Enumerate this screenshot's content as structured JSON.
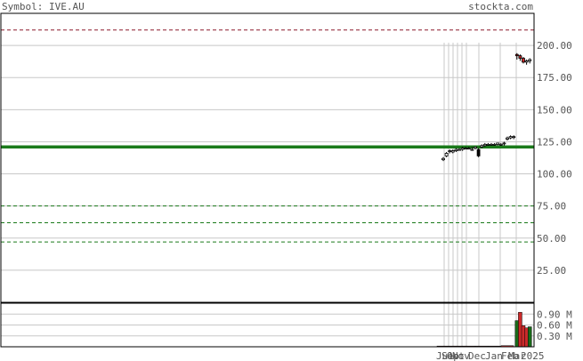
{
  "header": {
    "symbol_label": "Symbol: IVE.AU",
    "brand": "stockta.com"
  },
  "chart_data": {
    "type": "candlestick",
    "symbol": "IVE.AU",
    "price_axis": {
      "ylim": [
        0,
        225
      ],
      "ticks": [
        25,
        50,
        75,
        100,
        125,
        150,
        175,
        200
      ],
      "tick_labels": [
        "25.00",
        "50.00",
        "75.00",
        "100.00",
        "125.00",
        "150.00",
        "175.00",
        "200.00"
      ]
    },
    "volume_axis": {
      "ylim": [
        0,
        1.2
      ],
      "unit": "M",
      "ticks": [
        0.3,
        0.6,
        0.9
      ],
      "tick_labels": [
        "0.30 M",
        "0.60 M",
        "0.90 M"
      ]
    },
    "x_labels": [
      "Jul",
      "Sep",
      "Oct",
      "Nov",
      "Dec",
      "Jan",
      "Feb",
      "Mar",
      "2025"
    ],
    "reference_lines": [
      {
        "kind": "resistance",
        "value": 212,
        "color": "#8b1a2b",
        "style": "dashed"
      },
      {
        "kind": "moving-average",
        "value": 121,
        "color": "#1a7a1a",
        "style": "solid-thick"
      },
      {
        "kind": "support",
        "value": 75,
        "color": "#1a7a1a",
        "style": "dashed"
      },
      {
        "kind": "support",
        "value": 62,
        "color": "#1a7a1a",
        "style": "dashed"
      },
      {
        "kind": "support",
        "value": 47,
        "color": "#1a7a1a",
        "style": "dashed"
      }
    ],
    "candles": [
      {
        "t": 0,
        "o": 111,
        "h": 113,
        "l": 110,
        "c": 112
      },
      {
        "t": 1,
        "o": 114,
        "h": 117,
        "l": 113,
        "c": 116
      },
      {
        "t": 2,
        "o": 118,
        "h": 119,
        "l": 116,
        "c": 118
      },
      {
        "t": 3,
        "o": 117,
        "h": 119,
        "l": 116,
        "c": 118
      },
      {
        "t": 4,
        "o": 118,
        "h": 120,
        "l": 117,
        "c": 119
      },
      {
        "t": 5,
        "o": 119,
        "h": 120,
        "l": 118,
        "c": 119
      },
      {
        "t": 6,
        "o": 119,
        "h": 121,
        "l": 118,
        "c": 120
      },
      {
        "t": 7,
        "o": 120,
        "h": 121,
        "l": 119,
        "c": 120
      },
      {
        "t": 8,
        "o": 120,
        "h": 121,
        "l": 119,
        "c": 120
      },
      {
        "t": 9,
        "o": 119,
        "h": 121,
        "l": 118,
        "c": 119
      },
      {
        "t": 10,
        "o": 120,
        "h": 121,
        "l": 119,
        "c": 121
      },
      {
        "t": 11,
        "o": 119,
        "h": 120,
        "l": 113,
        "c": 114
      },
      {
        "t": 12,
        "o": 121,
        "h": 123,
        "l": 120,
        "c": 122
      },
      {
        "t": 13,
        "o": 122,
        "h": 124,
        "l": 121,
        "c": 123
      },
      {
        "t": 14,
        "o": 123,
        "h": 124,
        "l": 122,
        "c": 123
      },
      {
        "t": 15,
        "o": 123,
        "h": 124,
        "l": 122,
        "c": 123
      },
      {
        "t": 16,
        "o": 123,
        "h": 124,
        "l": 122,
        "c": 123
      },
      {
        "t": 17,
        "o": 123,
        "h": 124,
        "l": 122,
        "c": 124
      },
      {
        "t": 18,
        "o": 123,
        "h": 124,
        "l": 122,
        "c": 123
      },
      {
        "t": 19,
        "o": 124,
        "h": 125,
        "l": 122,
        "c": 124
      },
      {
        "t": 20,
        "o": 127,
        "h": 129,
        "l": 126,
        "c": 128
      },
      {
        "t": 21,
        "o": 128,
        "h": 130,
        "l": 127,
        "c": 129
      },
      {
        "t": 22,
        "o": 129,
        "h": 130,
        "l": 127,
        "c": 129
      },
      {
        "t": 23,
        "o": 193,
        "h": 194,
        "l": 189,
        "c": 192
      },
      {
        "t": 24,
        "o": 192,
        "h": 193,
        "l": 188,
        "c": 190
      },
      {
        "t": 25,
        "o": 190,
        "h": 191,
        "l": 186,
        "c": 187
      },
      {
        "t": 26,
        "o": 187,
        "h": 189,
        "l": 185,
        "c": 188
      },
      {
        "t": 27,
        "o": 188,
        "h": 190,
        "l": 186,
        "c": 189
      }
    ],
    "volume": [
      {
        "t": 0,
        "v": 0.02,
        "dir": "down"
      },
      {
        "t": 4,
        "v": 0.02,
        "dir": "down"
      },
      {
        "t": 8,
        "v": 0.02,
        "dir": "down"
      },
      {
        "t": 12,
        "v": 0.02,
        "dir": "down"
      },
      {
        "t": 16,
        "v": 0.02,
        "dir": "down"
      },
      {
        "t": 20,
        "v": 0.03,
        "dir": "down"
      },
      {
        "t": 23,
        "v": 0.72,
        "dir": "up"
      },
      {
        "t": 24,
        "v": 0.95,
        "dir": "down"
      },
      {
        "t": 25,
        "v": 0.58,
        "dir": "down"
      },
      {
        "t": 26,
        "v": 0.52,
        "dir": "down"
      },
      {
        "t": 27,
        "v": 0.55,
        "dir": "up"
      }
    ],
    "colors": {
      "up": "#1a6b1a",
      "down": "#cc2a2a",
      "grid": "#c8c8c8",
      "axis_text": "#555555",
      "frame": "#000000"
    }
  }
}
